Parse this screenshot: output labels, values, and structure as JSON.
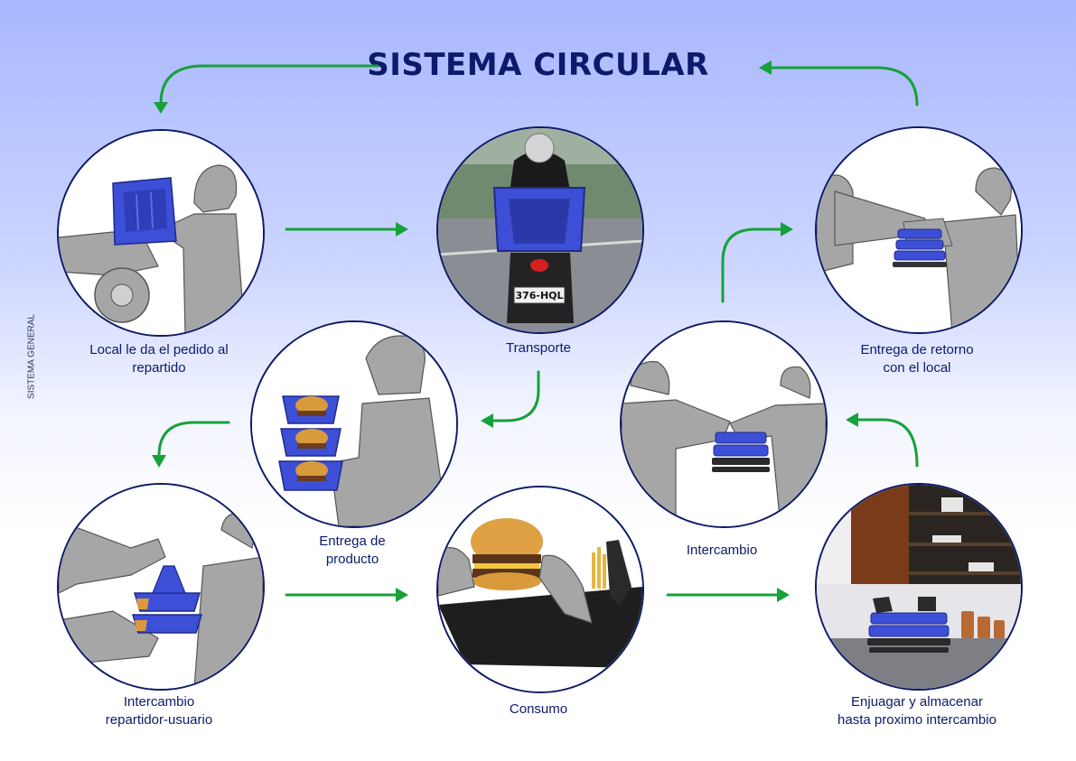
{
  "title": "SISTEMA CIRCULAR",
  "side_label": "SISTEMA GENERAL",
  "colors": {
    "title": "#0c1a6b",
    "arrow": "#16a23a",
    "circle_border": "#0d1a66",
    "container": "#3d4fd6",
    "figure": "#a6a6a6"
  },
  "steps": [
    {
      "id": "local",
      "label_lines": [
        "Local le da el pedido al",
        "repartido"
      ]
    },
    {
      "id": "transporte",
      "label_lines": [
        "Transporte"
      ]
    },
    {
      "id": "retorno",
      "label_lines": [
        "Entrega de retorno",
        "con el local"
      ]
    },
    {
      "id": "entrega",
      "label_lines": [
        "Entrega de",
        "producto"
      ]
    },
    {
      "id": "intercambio",
      "label_lines": [
        "Intercambio"
      ]
    },
    {
      "id": "intercambio-ru",
      "label_lines": [
        "Intercambio",
        "repartidor-usuario"
      ]
    },
    {
      "id": "consumo",
      "label_lines": [
        "Consumo"
      ]
    },
    {
      "id": "enjuagar",
      "label_lines": [
        "Enjuagar y almacenar",
        "hasta proximo intercambio"
      ]
    }
  ],
  "photo_texts": {
    "license_plate": "376-HQL"
  }
}
